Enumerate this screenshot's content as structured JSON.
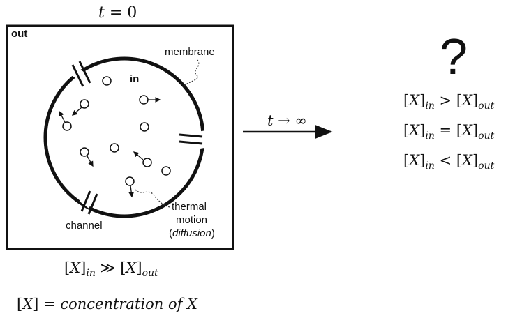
{
  "top_label": {
    "var": "t",
    "eq": " = 0"
  },
  "box": {
    "out_label": "out",
    "in_label": "in",
    "membrane_label": "membrane",
    "channel_label": "channel",
    "thermal_line1": "thermal",
    "thermal_line2": "motion",
    "thermal_line3_open": "(",
    "thermal_line3_word": "diffusion",
    "thermal_line3_close": ")"
  },
  "relation_bottom": {
    "lb": "[",
    "var": "X",
    "rb": "]",
    "sub_in": "in",
    "op": " ≫ ",
    "lb2": "[",
    "var2": "X",
    "rb2": "]",
    "sub_out": "out"
  },
  "definition": {
    "lb": "[",
    "var": "X",
    "rb": "]",
    "eq": "  = ",
    "text": "concentration of X"
  },
  "arrow_label": {
    "var": "t",
    "arrow": " → ",
    "inf": "∞"
  },
  "question": {
    "mark": "?"
  },
  "options": [
    {
      "lb": "[",
      "var": "X",
      "rb": "]",
      "sub_in": "in",
      "op": " > ",
      "lb2": "[",
      "var2": "X",
      "rb2": "]",
      "sub_out": "out"
    },
    {
      "lb": "[",
      "var": "X",
      "rb": "]",
      "sub_in": "in",
      "op": " = ",
      "lb2": "[",
      "var2": "X",
      "rb2": "]",
      "sub_out": "out"
    },
    {
      "lb": "[",
      "var": "X",
      "rb": "]",
      "sub_in": "in",
      "op": " < ",
      "lb2": "[",
      "var2": "X",
      "rb2": "]",
      "sub_out": "out"
    }
  ],
  "colors": {
    "ink": "#111111",
    "background": "#ffffff"
  }
}
